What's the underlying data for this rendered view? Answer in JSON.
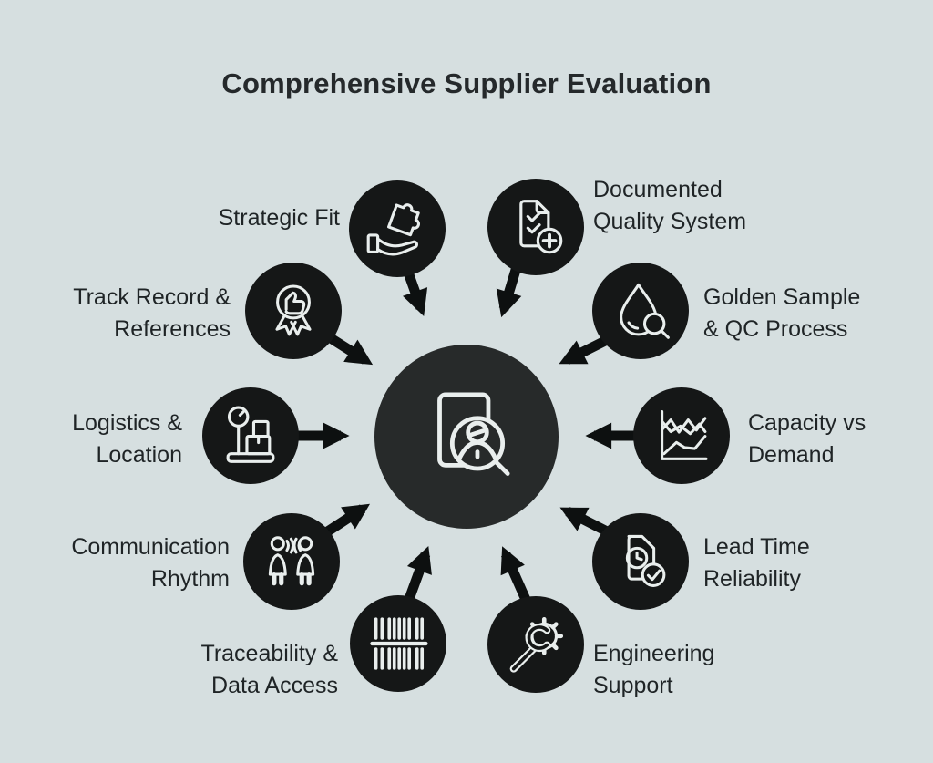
{
  "title": "Comprehensive Supplier Evaluation",
  "colors": {
    "background": "#d6dfe0",
    "node_fill": "#151717",
    "hub_fill": "#272a2a",
    "arrow": "#0d1010",
    "icon_stroke": "#e9eeed",
    "text": "#1f2426"
  },
  "hub": {
    "icon": "document-person-magnifier-icon"
  },
  "items": [
    {
      "id": "strategic-fit",
      "icon": "hand-puzzle-icon",
      "lines": [
        "Strategic Fit"
      ]
    },
    {
      "id": "documented-quality-system",
      "icon": "document-checklist-plus-icon",
      "lines": [
        "Documented",
        "Quality System"
      ]
    },
    {
      "id": "golden-sample-qc-process",
      "icon": "droplet-magnifier-icon",
      "lines": [
        "Golden Sample",
        "& QC Process"
      ]
    },
    {
      "id": "capacity-vs-demand",
      "icon": "line-chart-icon",
      "lines": [
        "Capacity vs",
        "Demand"
      ]
    },
    {
      "id": "lead-time-reliability",
      "icon": "document-clock-check-icon",
      "lines": [
        "Lead Time",
        "Reliability"
      ]
    },
    {
      "id": "engineering-support",
      "icon": "wrench-gear-icon",
      "lines": [
        "Engineering",
        "Support"
      ]
    },
    {
      "id": "traceability-data-access",
      "icon": "barcode-icon",
      "lines": [
        "Traceability &",
        "Data Access"
      ]
    },
    {
      "id": "communication-rhythm",
      "icon": "people-talking-icon",
      "lines": [
        "Communication",
        "Rhythm"
      ]
    },
    {
      "id": "logistics-location",
      "icon": "platform-scale-icon",
      "lines": [
        "Logistics &",
        "Location"
      ]
    },
    {
      "id": "track-record-references",
      "icon": "award-thumbs-up-icon",
      "lines": [
        "Track Record &",
        "References"
      ]
    }
  ]
}
